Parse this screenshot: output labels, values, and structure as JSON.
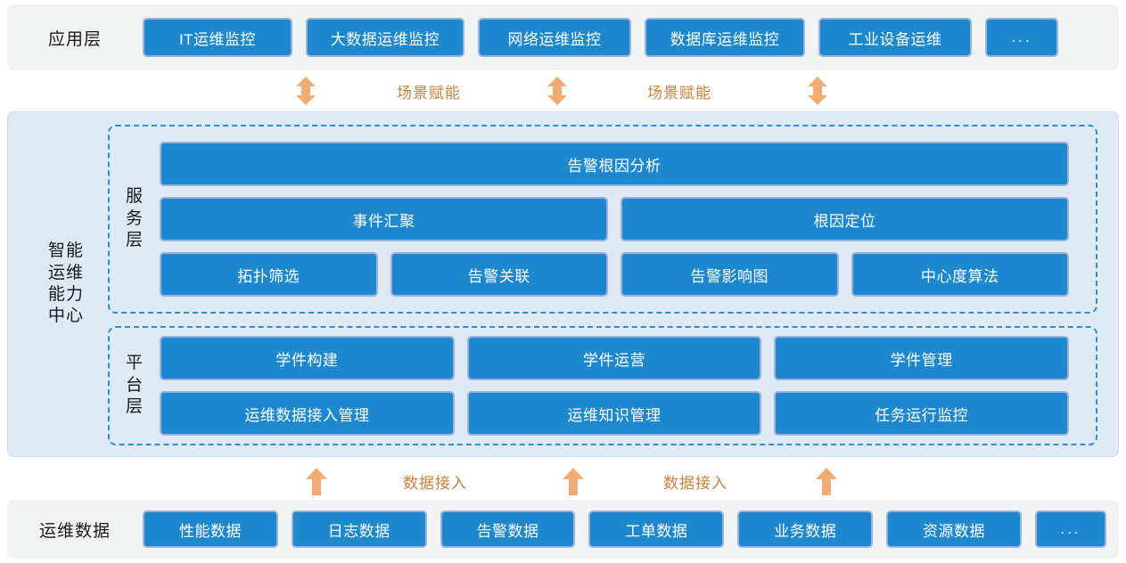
{
  "colors": {
    "box_blue": "#1e88ce",
    "box_border": "#9bb0dd",
    "band_gray": "#f1f2f2",
    "center_blue": "#dfe8f5",
    "dashed_blue": "#2a8fd4",
    "arrow_orange": "#f0ac74",
    "label_orange": "#c8823c"
  },
  "application_layer": {
    "label": "应用层",
    "items": [
      {
        "label": "IT运维监控"
      },
      {
        "label": "大数据运维监控"
      },
      {
        "label": "网络运维监控"
      },
      {
        "label": "数据库运维监控"
      },
      {
        "label": "工业设备运维"
      },
      {
        "label": "..."
      }
    ]
  },
  "top_connector": {
    "arrow_icon": "double-headed-vertical-arrow-icon",
    "labels": [
      "场景赋能",
      "场景赋能"
    ],
    "arrow_count": 3
  },
  "capability_center": {
    "label": "智能运维能力中心",
    "label_lines": [
      "智能",
      "运维",
      "能力",
      "中心"
    ],
    "service_layer": {
      "label": "服务层",
      "label_lines": [
        "服",
        "务",
        "层"
      ],
      "rows": [
        [
          {
            "label": "告警根因分析",
            "span": 4
          }
        ],
        [
          {
            "label": "事件汇聚",
            "span": 2
          },
          {
            "label": "根因定位",
            "span": 2
          }
        ],
        [
          {
            "label": "拓扑筛选",
            "span": 1
          },
          {
            "label": "告警关联",
            "span": 1
          },
          {
            "label": "告警影响图",
            "span": 1
          },
          {
            "label": "中心度算法",
            "span": 1
          }
        ]
      ]
    },
    "platform_layer": {
      "label": "平台层",
      "label_lines": [
        "平",
        "台",
        "层"
      ],
      "rows": [
        [
          {
            "label": "学件构建"
          },
          {
            "label": "学件运营"
          },
          {
            "label": "学件管理"
          }
        ],
        [
          {
            "label": "运维数据接入管理"
          },
          {
            "label": "运维知识管理"
          },
          {
            "label": "任务运行监控"
          }
        ]
      ]
    }
  },
  "bottom_connector": {
    "arrow_icon": "up-arrow-icon",
    "labels": [
      "数据接入",
      "数据接入"
    ],
    "arrow_count": 3
  },
  "data_layer": {
    "label": "运维数据",
    "items": [
      {
        "label": "性能数据"
      },
      {
        "label": "日志数据"
      },
      {
        "label": "告警数据"
      },
      {
        "label": "工单数据"
      },
      {
        "label": "业务数据"
      },
      {
        "label": "资源数据"
      },
      {
        "label": "..."
      }
    ]
  }
}
